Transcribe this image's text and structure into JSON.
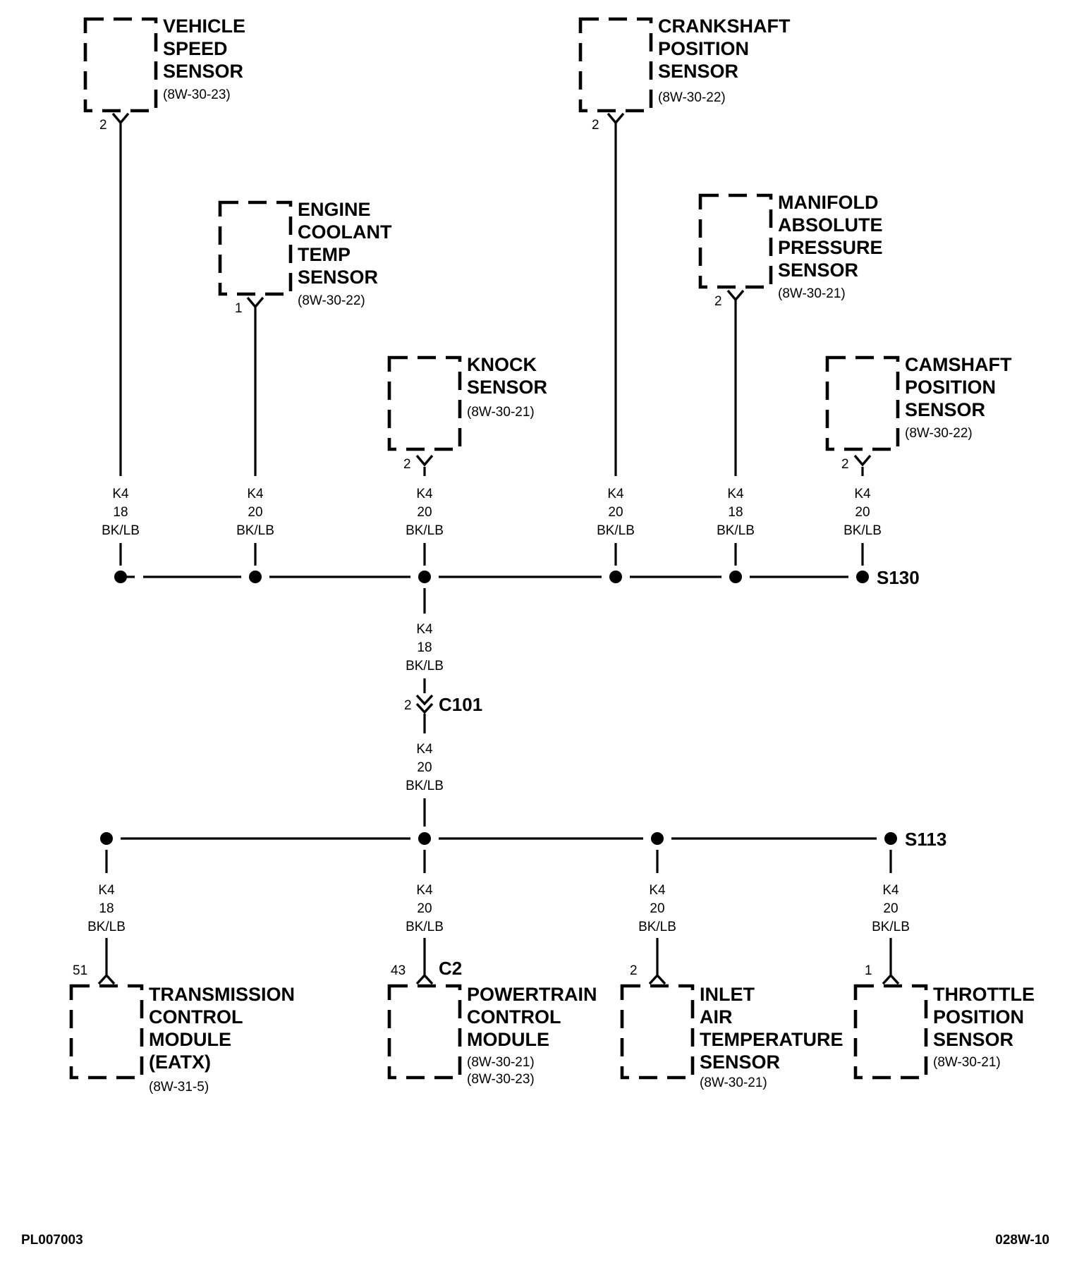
{
  "components": [
    {
      "id": "vss",
      "title_lines": [
        "VEHICLE",
        "SPEED",
        "SENSOR"
      ],
      "refs": [
        "(8W-30-23)"
      ],
      "pin": "2"
    },
    {
      "id": "ckp",
      "title_lines": [
        "CRANKSHAFT",
        "POSITION",
        "SENSOR"
      ],
      "refs": [
        "(8W-30-22)"
      ],
      "pin": "2"
    },
    {
      "id": "ect",
      "title_lines": [
        "ENGINE",
        "COOLANT",
        "TEMP",
        "SENSOR"
      ],
      "refs": [
        "(8W-30-22)"
      ],
      "pin": "1"
    },
    {
      "id": "map",
      "title_lines": [
        "MANIFOLD",
        "ABSOLUTE",
        "PRESSURE",
        "SENSOR"
      ],
      "refs": [
        "(8W-30-21)"
      ],
      "pin": "2"
    },
    {
      "id": "ks",
      "title_lines": [
        "KNOCK",
        "SENSOR"
      ],
      "refs": [
        "(8W-30-21)"
      ],
      "pin": "2"
    },
    {
      "id": "cmp",
      "title_lines": [
        "CAMSHAFT",
        "POSITION",
        "SENSOR"
      ],
      "refs": [
        "(8W-30-22)"
      ],
      "pin": "2"
    },
    {
      "id": "tcm",
      "title_lines": [
        "TRANSMISSION",
        "CONTROL",
        "MODULE",
        "(EATX)"
      ],
      "refs": [
        "(8W-31-5)"
      ],
      "pin": "51"
    },
    {
      "id": "pcm",
      "title_lines": [
        "POWERTRAIN",
        "CONTROL",
        "MODULE"
      ],
      "refs": [
        "(8W-30-21)",
        "(8W-30-23)"
      ],
      "pin": "43",
      "connector": "C2"
    },
    {
      "id": "iat",
      "title_lines": [
        "INLET",
        "AIR",
        "TEMPERATURE",
        "SENSOR"
      ],
      "refs": [
        "(8W-30-21)"
      ],
      "pin": "2"
    },
    {
      "id": "tps",
      "title_lines": [
        "THROTTLE",
        "POSITION",
        "SENSOR"
      ],
      "refs": [
        "(8W-30-21)"
      ],
      "pin": "1"
    }
  ],
  "wire_labels": [
    {
      "id": "vss",
      "lines": [
        "K4",
        "18",
        "BK/LB"
      ]
    },
    {
      "id": "ect",
      "lines": [
        "K4",
        "20",
        "BK/LB"
      ]
    },
    {
      "id": "ks",
      "lines": [
        "K4",
        "20",
        "BK/LB"
      ]
    },
    {
      "id": "ckp",
      "lines": [
        "K4",
        "20",
        "BK/LB"
      ]
    },
    {
      "id": "map",
      "lines": [
        "K4",
        "18",
        "BK/LB"
      ]
    },
    {
      "id": "cmp",
      "lines": [
        "K4",
        "20",
        "BK/LB"
      ]
    },
    {
      "id": "trunk_upper",
      "lines": [
        "K4",
        "18",
        "BK/LB"
      ]
    },
    {
      "id": "trunk_lower",
      "lines": [
        "K4",
        "20",
        "BK/LB"
      ]
    },
    {
      "id": "tcm",
      "lines": [
        "K4",
        "18",
        "BK/LB"
      ]
    },
    {
      "id": "pcm",
      "lines": [
        "K4",
        "20",
        "BK/LB"
      ]
    },
    {
      "id": "iat",
      "lines": [
        "K4",
        "20",
        "BK/LB"
      ]
    },
    {
      "id": "tps",
      "lines": [
        "K4",
        "20",
        "BK/LB"
      ]
    }
  ],
  "splices": [
    {
      "id": "s130",
      "label": "S130"
    },
    {
      "id": "s113",
      "label": "S113"
    }
  ],
  "inline_connector": {
    "label": "C101",
    "pin": "2"
  },
  "footer": {
    "left": "PL007003",
    "right": "028W-10"
  }
}
